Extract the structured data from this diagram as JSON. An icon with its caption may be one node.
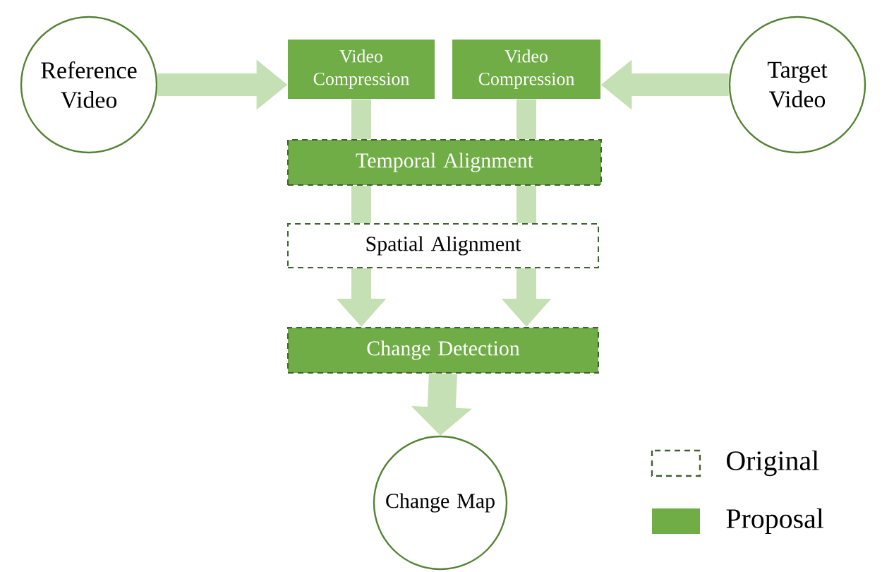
{
  "diagram": {
    "nodes": [
      {
        "text": [
          "Reference Video"
        ]
      },
      {
        "text": [
          "Video Compression"
        ]
      },
      {
        "text": [
          "Video Compression"
        ]
      },
      {
        "text": [
          "Target Video"
        ]
      },
      {
        "text": [
          "Temporal Alignment"
        ]
      },
      {
        "text": [
          "Spatial Alignment"
        ]
      },
      {
        "text": [
          "Change Detection"
        ]
      },
      {
        "text": [
          "Change Map"
        ]
      }
    ],
    "edges": [
      {
        "from": 0,
        "to": 1,
        "arrow": "to"
      },
      {
        "from": 3,
        "to": 2,
        "arrow": "to"
      },
      {
        "from": 1,
        "to": 4,
        "arrow": "none"
      },
      {
        "from": 2,
        "to": 4,
        "arrow": "none"
      },
      {
        "from": 4,
        "to": 5,
        "arrow": "none"
      },
      {
        "from": 4,
        "to": 5,
        "arrow": "none"
      },
      {
        "from": 5,
        "to": 6,
        "arrow": "to"
      },
      {
        "from": 5,
        "to": 6,
        "arrow": "to"
      },
      {
        "from": 6,
        "to": 7,
        "arrow": "to"
      }
    ],
    "legend": [
      {
        "text": "Original"
      },
      {
        "text": "Proposal",
        "color": "#70ad47"
      }
    ]
  }
}
